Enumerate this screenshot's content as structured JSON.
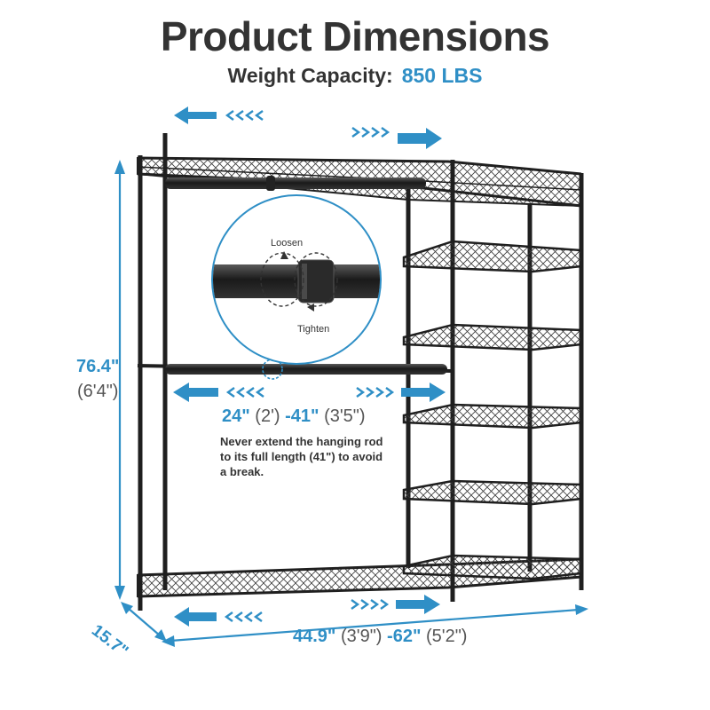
{
  "header": {
    "title": "Product Dimensions",
    "capacity_label": "Weight Capacity:",
    "capacity_value": "850 LBS"
  },
  "dimensions": {
    "height_main": "76.4\"",
    "height_alt": "(6'4\")",
    "depth": "15.7\"",
    "rod_min_main": "24\"",
    "rod_min_alt": "(2')",
    "rod_sep": "-41\"",
    "rod_max_alt": "(3'5\")",
    "width_min_main": "44.9\"",
    "width_min_alt": "(3'9\")",
    "width_sep": "-62\"",
    "width_max_alt": "(5'2\")"
  },
  "callout": {
    "loosen": "Loosen",
    "tighten": "Tighten"
  },
  "note": "Never extend the hanging rod to its full length (41\") to avoid a break.",
  "colors": {
    "accent": "#2f8fc6",
    "rack": "#1f1f1f",
    "text": "#333333"
  }
}
